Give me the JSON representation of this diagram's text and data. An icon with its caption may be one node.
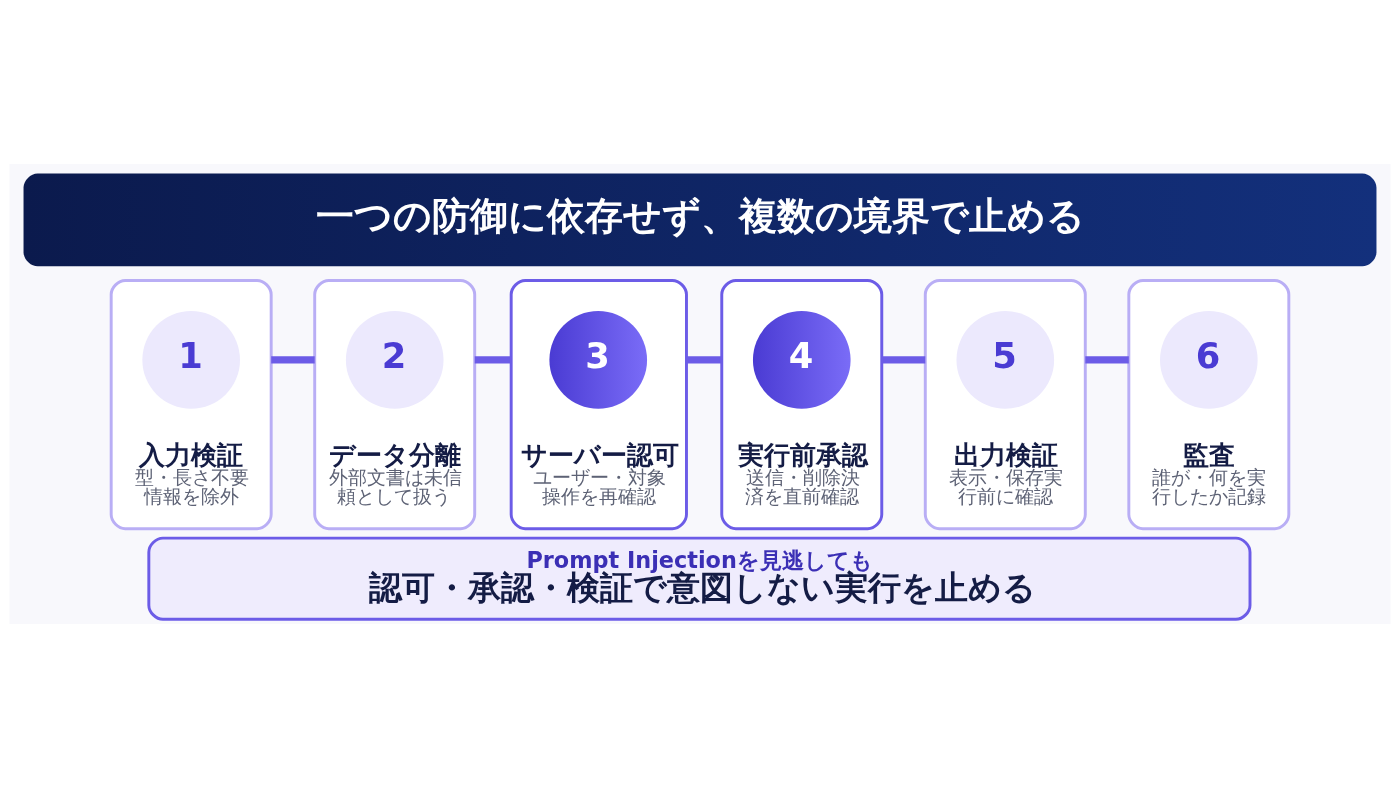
{
  "diagram": {
    "title": "一つの防御に依存せず、複数の境界で止める",
    "nodes": [
      {
        "text": [
          "入力検証",
          "型・長さ不要情報を除外"
        ]
      },
      {
        "text": [
          "1"
        ],
        "in": 0
      },
      {
        "text": [
          "データ分離",
          "外部文書は未信頼として扱う"
        ]
      },
      {
        "text": [
          "2"
        ],
        "in": 2
      },
      {
        "text": [
          "サーバー認可",
          "ユーザー・対象操作を再確認"
        ]
      },
      {
        "text": [
          "3"
        ],
        "in": 4
      },
      {
        "text": [
          "実行前承認",
          "送信・削除決済を直前確認"
        ]
      },
      {
        "text": [
          "4"
        ],
        "in": 6
      },
      {
        "text": [
          "出力検証",
          "表示・保存実行前に確認"
        ]
      },
      {
        "text": [
          "5"
        ],
        "in": 8
      },
      {
        "text": [
          "監査",
          "誰が・何を実行したか記録"
        ]
      },
      {
        "text": [
          "6"
        ],
        "in": 10
      },
      {
        "text": [
          "Prompt Injectionを見逃しても",
          "認可・承認・検証で意図しない実行を止める"
        ]
      }
    ],
    "edges": [
      {
        "from": 0,
        "to": 2,
        "arrow": "none"
      },
      {
        "from": 2,
        "to": 4,
        "arrow": "none"
      },
      {
        "from": 4,
        "to": 6,
        "arrow": "none"
      },
      {
        "from": 6,
        "to": 8,
        "arrow": "none"
      },
      {
        "from": 8,
        "to": 10,
        "arrow": "none"
      }
    ]
  }
}
